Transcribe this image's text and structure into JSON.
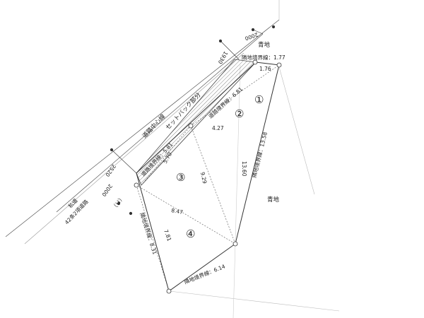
{
  "diagram": {
    "labels": {
      "setback_part": "セットバック部分",
      "road_centerline": "道路中心線",
      "road_note_1": "私道",
      "road_note_2": "42条2項道路",
      "aoji_top": "青地",
      "aoji_right": "青地",
      "zone_1": "①",
      "zone_2": "②",
      "zone_3": "③",
      "zone_4": "④",
      "road_boundary_upper": "道路境界線：6.81",
      "road_boundary_lower": "道路境界線：5.81",
      "neighbor_top": "隣地境界線：1.77",
      "neighbor_right": "隣地境界線：13.58",
      "neighbor_bottom": "隣地境界線：6.14",
      "neighbor_left": "隣地境界線：8.31",
      "diag_427": "4.27",
      "diag_1360": "13.60",
      "diag_570": "5.70",
      "diag_929": "9.29",
      "diag_847": "8.47",
      "diag_781": "7.81",
      "edge_176": "1.76",
      "dim_2000_top": "2000",
      "dim_1930": "1930",
      "dim_2520": "2520",
      "dim_2000_bottom": "2000",
      "dim_text_mark": "（Ｈ）"
    },
    "colors": {
      "line": "#333333",
      "hatch": "#666666",
      "faint": "#bbbbbb",
      "text": "#222222"
    }
  }
}
